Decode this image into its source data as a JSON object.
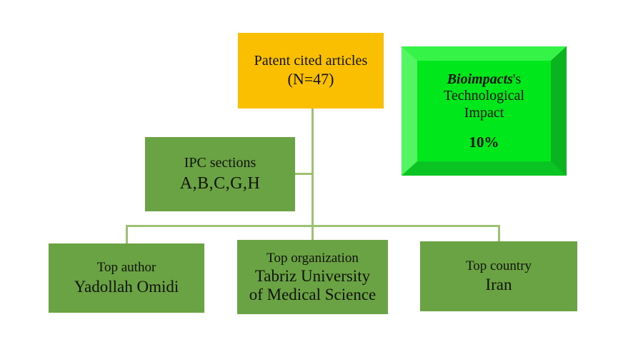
{
  "diagram": {
    "title": "Bioimpacts technological impact flow diagram",
    "colors": {
      "orange_box": "#f9bf00",
      "green_box": "#6aa344",
      "bright_green_face": "#00e81c",
      "bevel_light": "#54f562",
      "bevel_dark": "#0ab320",
      "connector": "#9cc271",
      "text": "#121206"
    }
  },
  "nodes": {
    "patent": {
      "line1": "Patent cited articles",
      "line2": "(N=47)"
    },
    "impact": {
      "brand": "Bioimpacts",
      "brand_suffix": "'s",
      "line2": "Technological",
      "line3": "Impact",
      "percent": "10%"
    },
    "ipc": {
      "line1": "IPC sections",
      "line2": "A,B,C,G,H"
    },
    "author": {
      "line1": "Top author",
      "line2": "Yadollah Omidi"
    },
    "organization": {
      "line1": "Top organization",
      "line2": "Tabriz University",
      "line3": "of Medical Science"
    },
    "country": {
      "line1": "Top country",
      "line2": "Iran"
    }
  }
}
